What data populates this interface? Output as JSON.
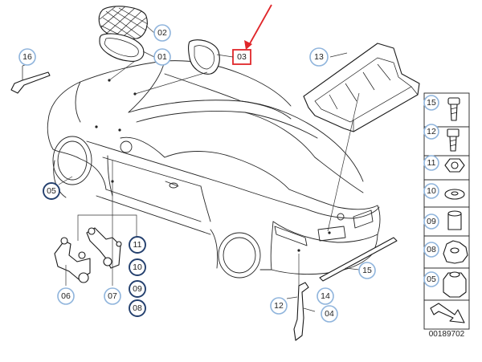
{
  "callouts": {
    "c01": "01",
    "c02": "02",
    "c03": "03",
    "c04": "04",
    "c05": "05",
    "c06": "06",
    "c07": "07",
    "c08": "08",
    "c09": "09",
    "c10": "10",
    "c11": "11",
    "c12": "12",
    "c13": "13",
    "c14": "14",
    "c15": "15",
    "c16": "16"
  },
  "sidebar": [
    "15",
    "12",
    "11",
    "10",
    "09",
    "08",
    "05"
  ],
  "document_number": "00189702",
  "colors": {
    "callout_ring": "#8fb4dc",
    "callout_ring_dark": "#24406e",
    "highlight": "#e0262a"
  }
}
